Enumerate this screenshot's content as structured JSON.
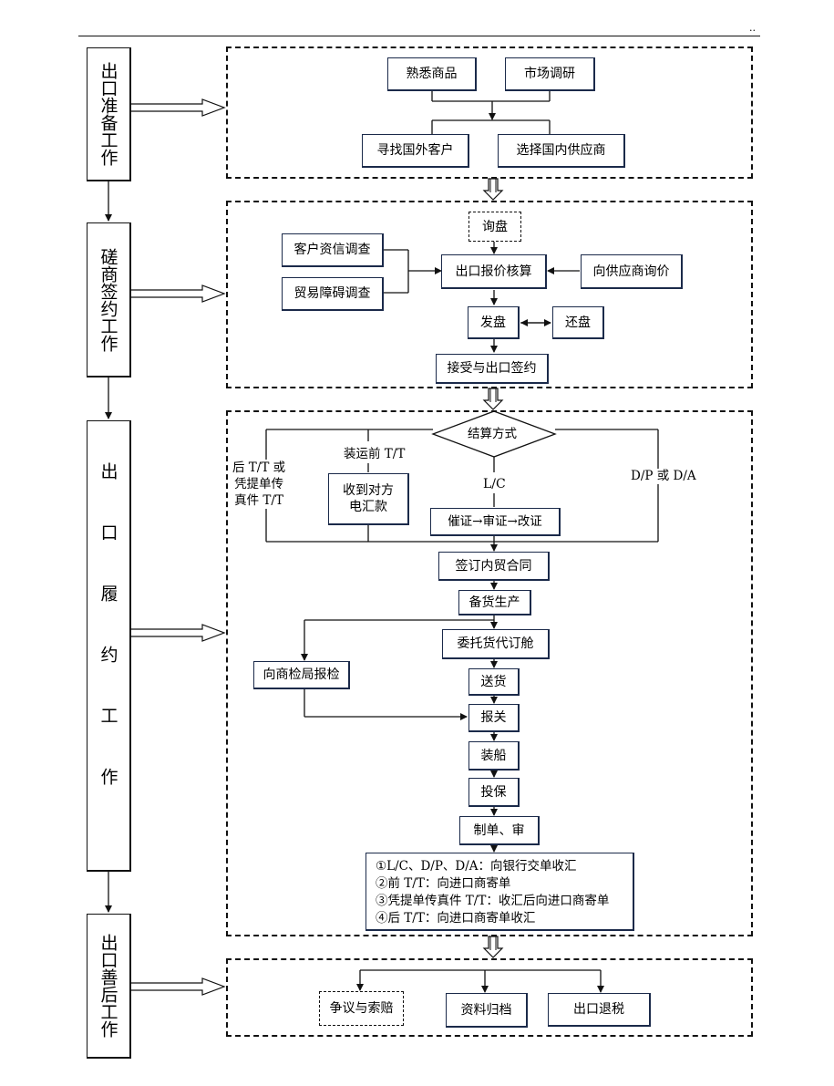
{
  "corner_mark": "..",
  "stages": [
    {
      "label": "出口准备工作"
    },
    {
      "label": "磋商签约工作"
    },
    {
      "label": "出口履约工作"
    },
    {
      "label": "出口善后工作"
    }
  ],
  "prep": {
    "familiar": "熟悉商品",
    "research": "市场调研",
    "find_client": "寻找国外客户",
    "choose_supplier": "选择国内供应商"
  },
  "negotiation": {
    "inquiry": "询盘",
    "credit_check": "客户资信调查",
    "trade_barrier": "贸易障碍调查",
    "quote": "出口报价核算",
    "supplier_inquiry": "向供应商询价",
    "offer": "发盘",
    "counter_offer": "还盘",
    "accept": "接受与出口签约"
  },
  "performance": {
    "settlement": "结算方式",
    "after_tt": "后 T/T 或\n凭提单传\n真件 T/T",
    "before_tt": "装运前 T/T",
    "receive_tt": "收到对方\n电汇款",
    "lc": "L/C",
    "lc_steps": "催证→审证→改证",
    "dpda": "D/P 或 D/A",
    "domestic_contract": "签订内贸合同",
    "production": "备货生产",
    "booking": "委托货代订舱",
    "inspection": "向商检局报检",
    "delivery": "送货",
    "customs": "报关",
    "loading": "装船",
    "insurance": "投保",
    "documents": "制单、审",
    "notes": [
      "①L/C、D/P、D/A：向银行交单收汇",
      "②前 T/T：向进口商寄单",
      "③凭提单传真件 T/T：收汇后向进口商寄单",
      "④后 T/T：向进口商寄单收汇"
    ]
  },
  "aftercare": {
    "dispute": "争议与索赔",
    "archive": "资料归档",
    "tax_refund": "出口退税"
  }
}
